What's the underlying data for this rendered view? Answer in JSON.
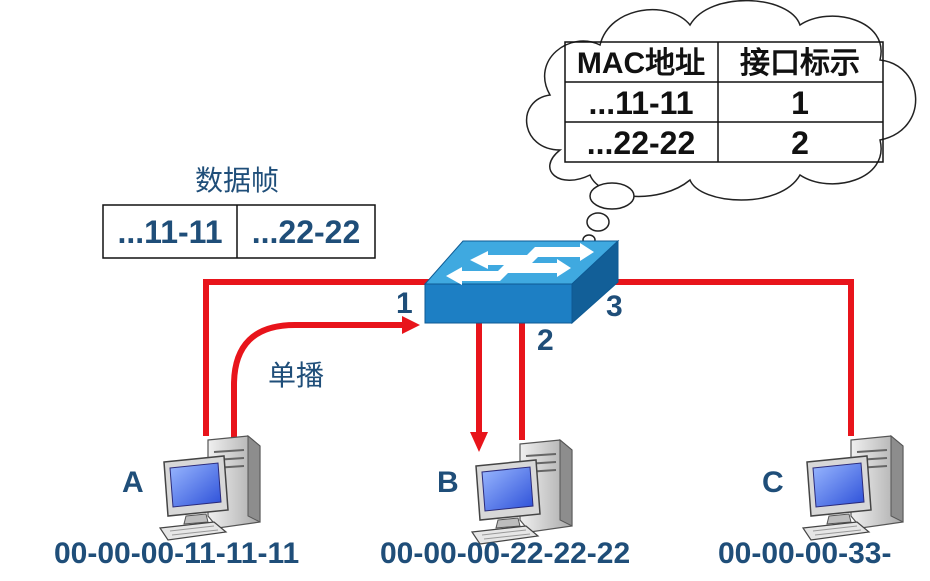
{
  "mac_table": {
    "headers": [
      "MAC地址",
      "接口标示"
    ],
    "rows": [
      [
        "...11-11",
        "1"
      ],
      [
        "...22-22",
        "2"
      ]
    ]
  },
  "frame": {
    "title": "数据帧",
    "cells": [
      "...11-11",
      "...22-22"
    ]
  },
  "switch": {
    "ports": [
      "1",
      "2",
      "3"
    ]
  },
  "unicast_label": "单播",
  "hosts": [
    {
      "id": "A",
      "mac": "00-00-00-11-11-11"
    },
    {
      "id": "B",
      "mac": "00-00-00-22-22-22"
    },
    {
      "id": "C",
      "mac": "00-00-00-33-"
    }
  ],
  "colors": {
    "link": "#e8141b",
    "label": "#1f4e79",
    "switch_top": "#3fa9e0",
    "switch_front": "#1d7fc4",
    "switch_side": "#125f98"
  }
}
